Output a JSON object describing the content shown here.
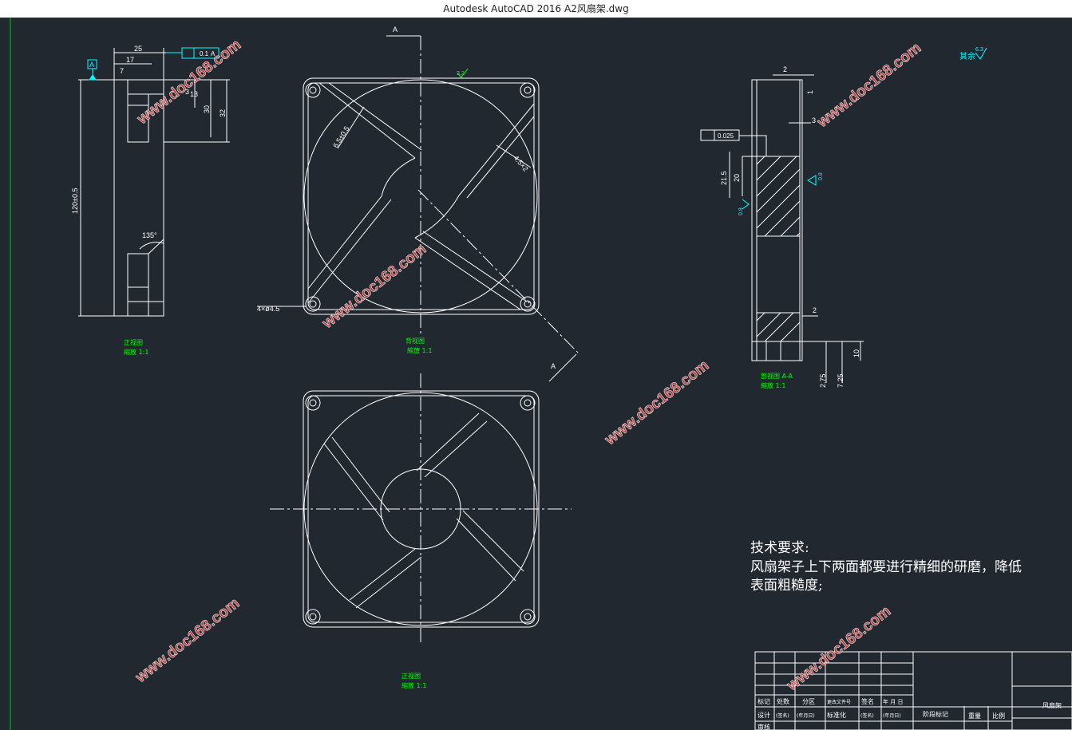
{
  "window": {
    "title": "Autodesk AutoCAD 2016     A2风扇架.dwg"
  },
  "watermark": "www.doc168.com",
  "colors": {
    "background": "#212830",
    "geometry": "#ffffff",
    "dimension": "#ffffff",
    "label_green": "#00ff00",
    "symbol_cyan": "#00ffff",
    "watermark": "#c84646"
  },
  "views": {
    "front_left": {
      "title": "正视图",
      "scale": "縮放 1:1"
    },
    "back": {
      "title": "背视图",
      "scale": "縮放 1:1"
    },
    "section": {
      "title": "剖视图 A-A",
      "scale": "縮放 1:1"
    },
    "front_bottom": {
      "title": "正视图",
      "scale": "縮放 1:1"
    }
  },
  "dims": {
    "d25": "25",
    "d17": "17",
    "d7": "7",
    "d32": "32",
    "d30": "30",
    "d3": "3",
    "d13": "13",
    "height": "120±0.5",
    "angle": "135°",
    "datum": "A",
    "tol": "0.1",
    "tol_ref": "A",
    "hole_big": "6.5±0.5",
    "rib": "4.5×2",
    "holes4": "4×ø4.5",
    "sec_a": "A",
    "s2top": "2",
    "s1": "1",
    "s3": "3",
    "flat_tol": "0.025",
    "s21_5": "21.5",
    "s20": "20",
    "rough1": "0.8",
    "rough2": "0.8",
    "s2bot": "2",
    "s10": "10",
    "s2_75": "2.75",
    "s7_25": "7.25",
    "rest_rough": "其余",
    "rest_val": "6.3",
    "top_rough": "3.2"
  },
  "tech": {
    "heading": "技术要求:",
    "line1": "风扇架子上下两面都要进行精细的研磨，降低",
    "line2": "表面粗糙度;"
  },
  "title_block": {
    "part_name": "风扇架",
    "row1": [
      "标记",
      "处数",
      "分区",
      "更改文件号",
      "签名",
      "年 月 日"
    ],
    "row2": [
      "设计",
      "(签名)",
      "(年月日)",
      "标准化",
      "(签名)",
      "(年月日)"
    ],
    "row3": [
      "审核"
    ],
    "stage": "阶段标记",
    "weight": "重量",
    "scale": "比例"
  }
}
